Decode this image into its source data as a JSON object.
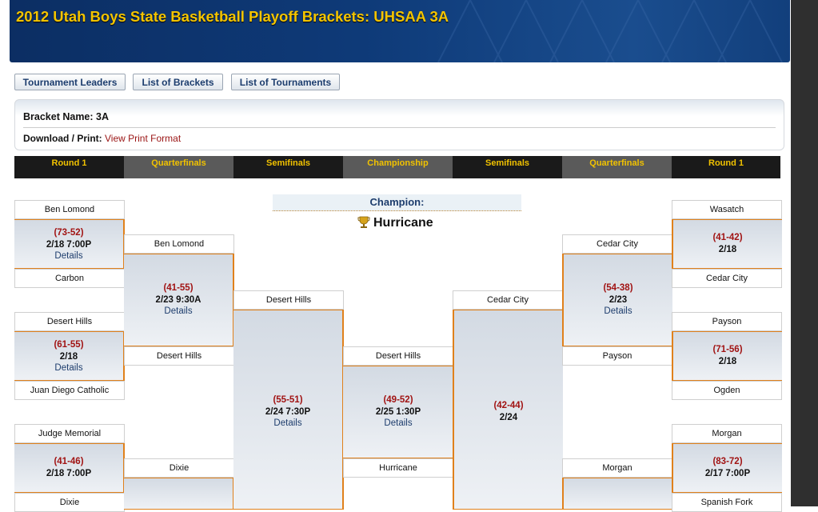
{
  "title": "2012 Utah Boys State Basketball Playoff Brackets: UHSAA 3A",
  "nav": {
    "leaders": "Tournament Leaders",
    "brackets": "List of Brackets",
    "tournaments": "List of Tournaments"
  },
  "info": {
    "bracket_label": "Bracket Name:",
    "bracket_name": "3A",
    "download_label": "Download / Print:",
    "download_link": "View Print Format"
  },
  "rounds": [
    "Round 1",
    "Quarterfinals",
    "Semifinals",
    "Championship",
    "Semifinals",
    "Quarterfinals",
    "Round 1"
  ],
  "champion": {
    "label": "Champion:",
    "name": "Hurricane",
    "icon": "trophy-icon"
  },
  "left": {
    "r1": [
      {
        "top": "Ben Lomond",
        "score": "(73-52)",
        "date": "2/18 7:00P",
        "details": "Details",
        "bottom": "Carbon"
      },
      {
        "top": "Desert Hills",
        "score": "(61-55)",
        "date": "2/18",
        "details": "Details",
        "bottom": "Juan Diego Catholic"
      },
      {
        "top": "Judge Memorial",
        "score": "(41-46)",
        "date": "2/18 7:00P",
        "bottom": "Dixie"
      }
    ],
    "qf": [
      {
        "top": "Ben Lomond",
        "score": "(41-55)",
        "date": "2/23 9:30A",
        "details": "Details",
        "bottom": "Desert Hills"
      },
      {
        "top": "Dixie"
      }
    ],
    "sf": {
      "top": "Desert Hills",
      "score": "(55-51)",
      "date": "2/24 7:30P",
      "details": "Details"
    }
  },
  "final": {
    "top": "Desert Hills",
    "score": "(49-52)",
    "date": "2/25 1:30P",
    "details": "Details",
    "bottom": "Hurricane"
  },
  "right": {
    "sf": {
      "top": "Cedar City",
      "score": "(42-44)",
      "date": "2/24"
    },
    "qf": [
      {
        "top": "Cedar City",
        "score": "(54-38)",
        "date": "2/23",
        "details": "Details",
        "bottom": "Payson"
      },
      {
        "top": "Morgan"
      }
    ],
    "r1": [
      {
        "top": "Wasatch",
        "score": "(41-42)",
        "date": "2/18",
        "bottom": "Cedar City"
      },
      {
        "top": "Payson",
        "score": "(71-56)",
        "date": "2/18",
        "bottom": "Ogden"
      },
      {
        "top": "Morgan",
        "score": "(83-72)",
        "date": "2/17 7:00P",
        "bottom": "Spanish Fork"
      }
    ]
  }
}
